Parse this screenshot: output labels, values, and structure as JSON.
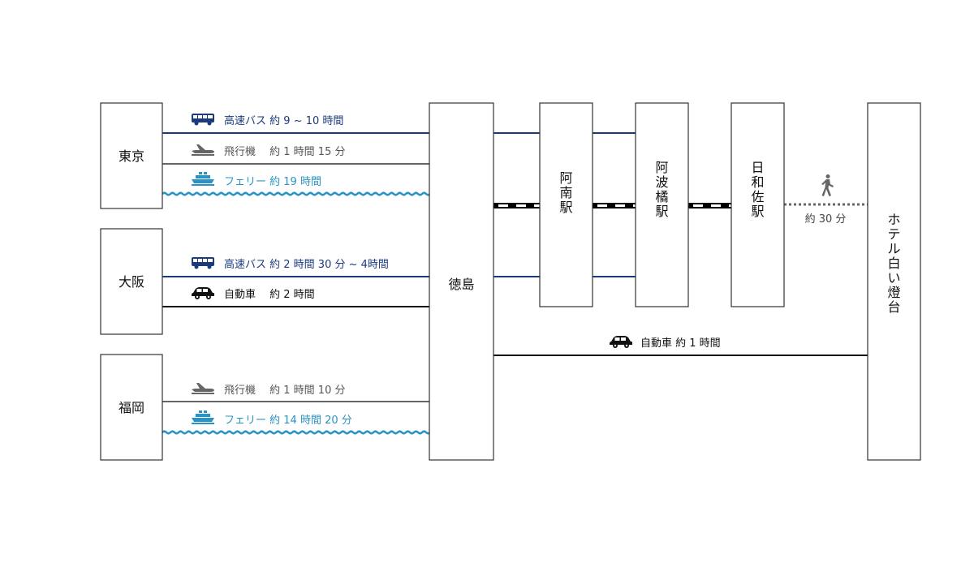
{
  "colors": {
    "bus": "#1a3a7c",
    "plane": "#666666",
    "ferry": "#2a93c4",
    "car": "#111111",
    "rail": "#000000",
    "walk": "#666666",
    "box_border": "#333333"
  },
  "nodes": {
    "tokyo": "東京",
    "osaka": "大阪",
    "fukuoka": "福岡",
    "tokushima": "徳島",
    "anan": "阿南駅",
    "awa_tachibana": "阿波橘駅",
    "hiwasa": "日和佐駅",
    "hotel": "ホテル白い燈台"
  },
  "routes": {
    "tokyo_bus": "高速バス 約 9 ~ 10 時間",
    "tokyo_plane": "飛行機　 約 1 時間 15 分",
    "tokyo_ferry": "フェリー 約 19 時間",
    "osaka_bus": "高速バス 約 2 時間 30 分 ~ 4時間",
    "osaka_car": "自動車　 約 2 時間",
    "fukuoka_plane": "飛行機　 約 1 時間 10 分",
    "fukuoka_ferry": "フェリー 約 14 時間 20 分",
    "hiwasa_walk": "約 30 分",
    "tokushima_car": "自動車 約 1 時間"
  },
  "icons": {
    "bus": "bus-icon",
    "plane": "airplane-icon",
    "ferry": "ferry-icon",
    "car": "car-icon",
    "walk": "walking-person-icon"
  }
}
